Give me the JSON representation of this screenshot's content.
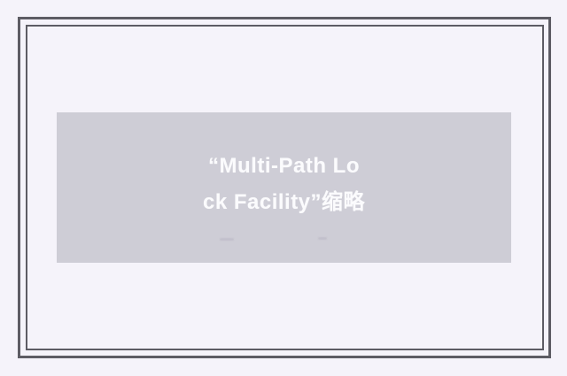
{
  "page": {
    "background_color": "#f5f3fa",
    "frame_border_color": "#5d5c64"
  },
  "placeholder": {
    "background_color": "#cecdd6",
    "text_color": "#fbfbfd",
    "title_full": "“Multi-Path Lock Facility”缩略",
    "title_line1": "“Multi-Path Lo",
    "title_line2": "ck Facility”缩略"
  }
}
